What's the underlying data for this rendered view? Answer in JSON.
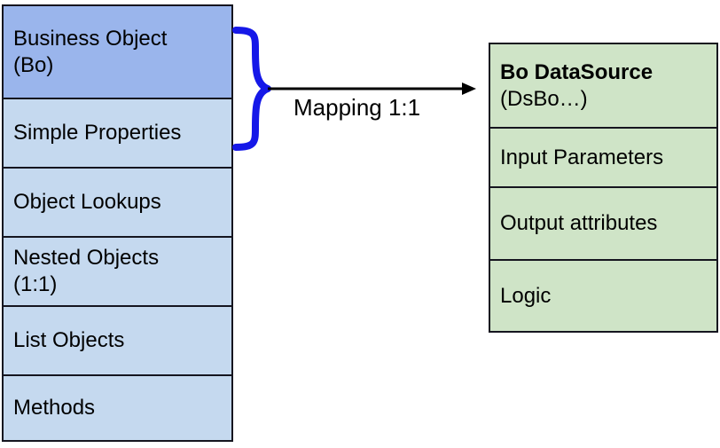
{
  "diagram": {
    "title_semantics": "Business Object to Bo DataSource 1:1 mapping diagram",
    "colors": {
      "bo_header_fill": "#9ab5ec",
      "bo_cell_fill": "#c5d9ef",
      "ds_cell_fill": "#cfe4c7",
      "border": "#15151f",
      "brace": "#1518e8",
      "arrow": "#000000",
      "text": "#000000",
      "background": "#ffffff"
    }
  },
  "business_object": {
    "header": {
      "line1": "Business Object",
      "line2": "(Bo)"
    },
    "rows": [
      {
        "label": "Simple Properties"
      },
      {
        "label": "Object Lookups"
      },
      {
        "label": "Nested Objects",
        "label2": "(1:1)"
      },
      {
        "label": "List Objects"
      },
      {
        "label": "Methods"
      }
    ]
  },
  "bo_datasource": {
    "header": {
      "line1": "Bo DataSource",
      "line2": "(DsBo…)"
    },
    "rows": [
      {
        "label": "Input Parameters"
      },
      {
        "label": "Output attributes"
      },
      {
        "label": "Logic"
      }
    ]
  },
  "connector": {
    "mapping_label": "Mapping 1:1",
    "brace_semantics": "curly-brace-grouping-header-and-simple-properties",
    "arrow_semantics": "arrow-pointing-right-to-datasource"
  }
}
